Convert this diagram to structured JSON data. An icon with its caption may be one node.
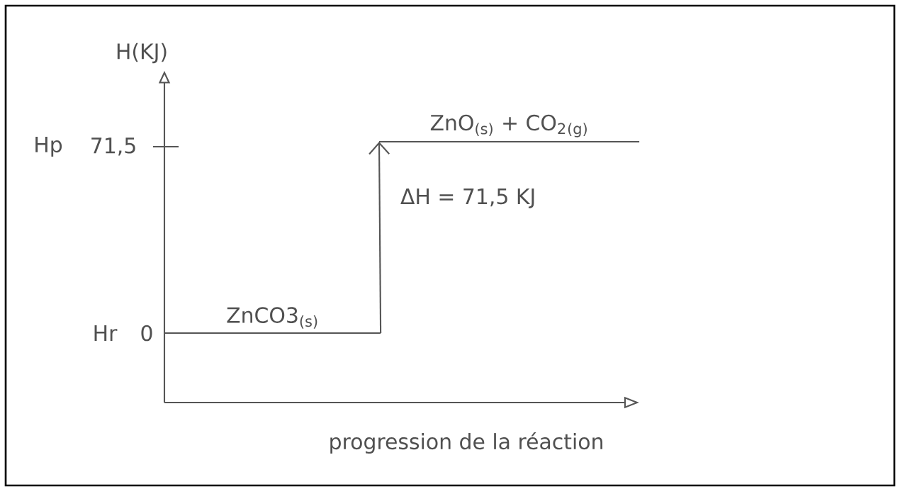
{
  "diagram": {
    "nodes": [
      {
        "text": [
          "ZnCO3$_{(s)}$"
        ]
      },
      {
        "text": [
          "ZnO$_{(s)}$ + CO$_{2}$$_{(g)}$"
        ]
      }
    ],
    "edges": [
      {
        "from": 0,
        "to": 1,
        "arrow": "to",
        "label": "ΔH = 71,5 KJ"
      }
    ],
    "labels": [
      "H(KJ)",
      "Hp",
      "71,5",
      "Hr",
      "0",
      "progression de la réaction"
    ]
  }
}
